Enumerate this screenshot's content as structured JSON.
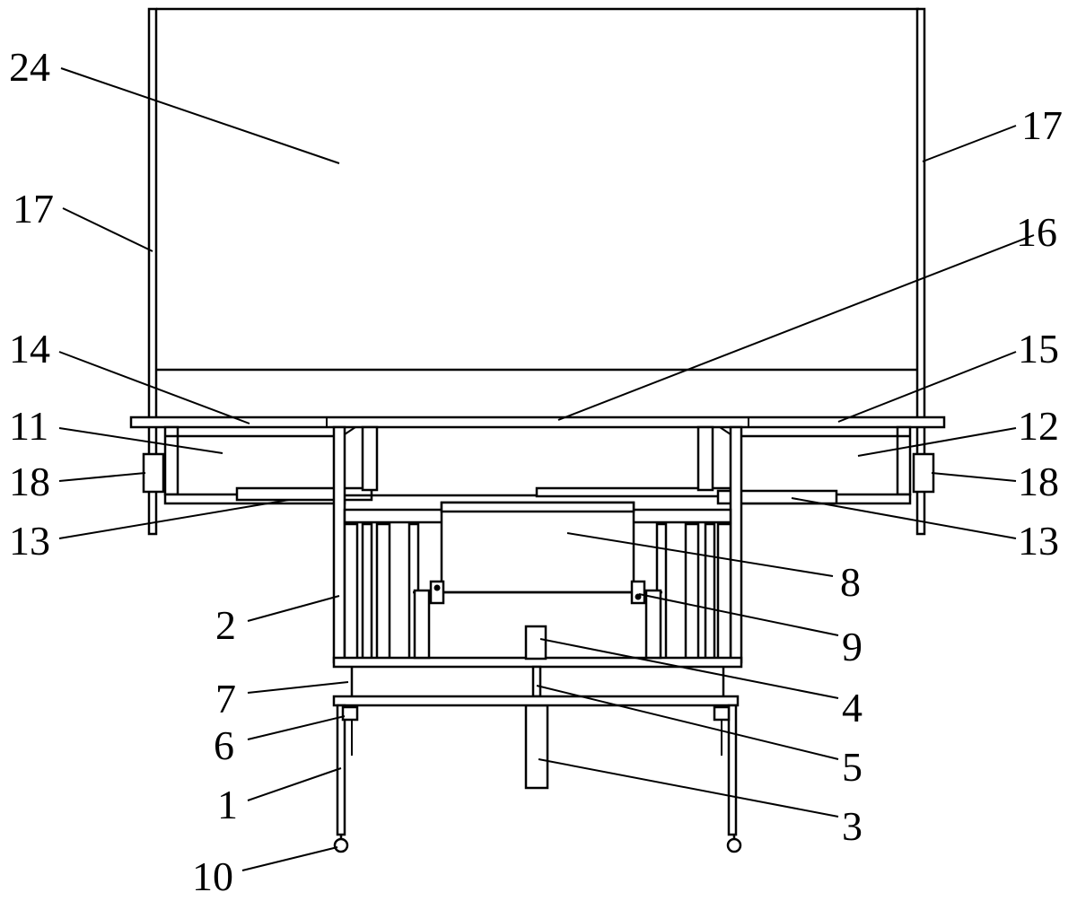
{
  "figure": {
    "colors": {
      "stroke": "#000000",
      "background": "#ffffff"
    },
    "labels": {
      "l24": "24",
      "l17_left": "17",
      "l17_right": "17",
      "l16": "16",
      "l14": "14",
      "l15": "15",
      "l11": "11",
      "l12": "12",
      "l18_left": "18",
      "l18_right": "18",
      "l13_left": "13",
      "l13_right": "13",
      "l8": "8",
      "l2": "2",
      "l9": "9",
      "l4": "4",
      "l7": "7",
      "l5": "5",
      "l6": "6",
      "l3": "3",
      "l1": "1",
      "l10": "10"
    }
  }
}
